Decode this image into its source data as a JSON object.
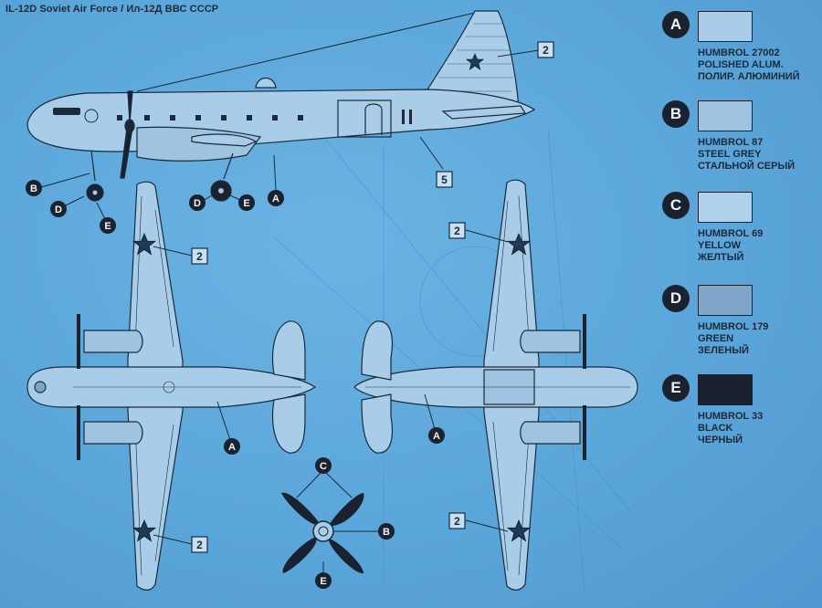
{
  "title": "IL-12D Soviet Air Force / Ил-12Д ВВС СССР",
  "paints": [
    {
      "letter": "A",
      "color": "#a9cde9",
      "lines": [
        "HUMBROL 27002",
        "POLISHED ALUM.",
        "ПОЛИР. АЛЮМИНИЙ"
      ]
    },
    {
      "letter": "B",
      "color": "#9fc4e2",
      "lines": [
        "HUMBROL 87",
        "STEEL GREY",
        "СТАЛЬНОЙ СЕРЫЙ"
      ]
    },
    {
      "letter": "C",
      "color": "#aed1ec",
      "lines": [
        "HUMBROL 69",
        "YELLOW",
        "ЖЕЛТЫЙ"
      ]
    },
    {
      "letter": "D",
      "color": "#7fa6c8",
      "lines": [
        "HUMBROL 179",
        "GREEN",
        "ЗЕЛЕНЫЙ"
      ]
    },
    {
      "letter": "E",
      "color": "#1a2230",
      "lines": [
        "HUMBROL 33",
        "BLACK",
        "ЧЕРНЫЙ"
      ]
    }
  ],
  "callouts": {
    "decal_2": "2",
    "decal_5": "5",
    "A": "A",
    "B": "B",
    "C": "C",
    "D": "D",
    "E": "E"
  }
}
